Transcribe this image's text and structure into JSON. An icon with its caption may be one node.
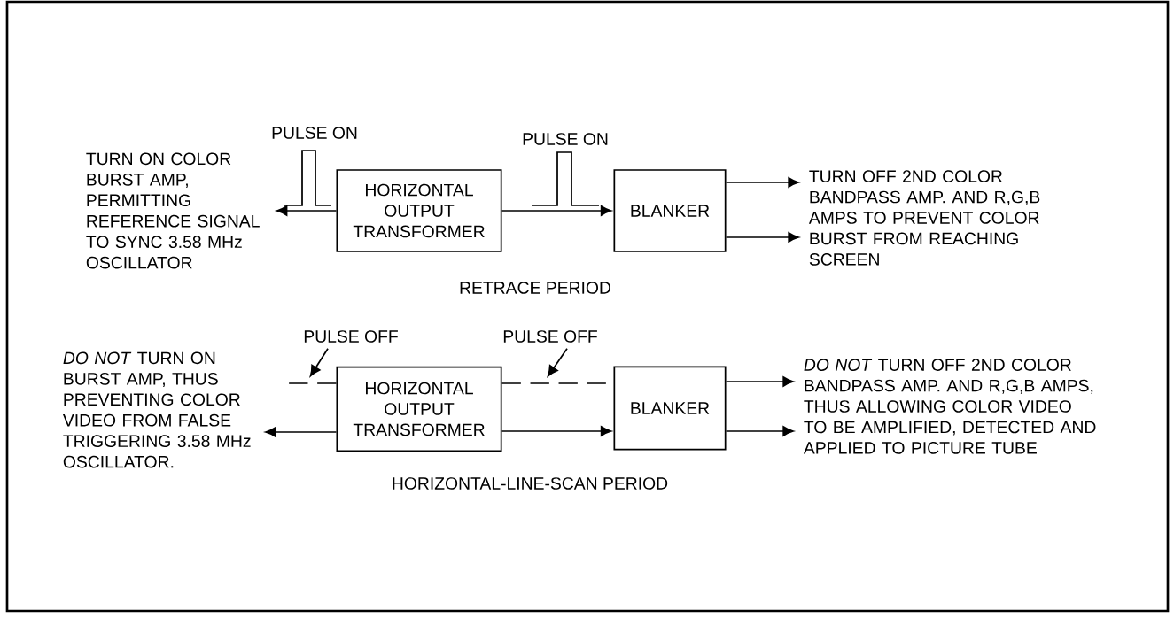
{
  "diagram": {
    "nodes": [
      {
        "text": [
          "TURN ON COLOR BURST AMP, PERMITTING REFERENCE SIGNAL TO SYNC 3.58 MHz OSCILLATOR"
        ]
      },
      {
        "text": [
          "HORIZONTAL OUTPUT TRANSFORMER"
        ]
      },
      {
        "text": [
          "BLANKER"
        ]
      },
      {
        "text": [
          "TURN OFF 2ND COLOR BANDPASS AMP. AND R,G,B AMPS TO PREVENT COLOR BURST FROM REACHING SCREEN"
        ]
      },
      {
        "text": [
          "*DO NOT* TURN ON BURST AMP, THUS PREVENTING COLOR VIDEO FROM FALSE TRIGGERING 3.58 MHz OSCILLATOR."
        ]
      },
      {
        "text": [
          "HORIZONTAL OUTPUT TRANSFORMER"
        ]
      },
      {
        "text": [
          "BLANKER"
        ]
      },
      {
        "text": [
          "*DO NOT* TURN OFF 2ND COLOR BANDPASS AMP. AND R,G,B AMPS, THUS ALLOWING COLOR VIDEO TO BE AMPLIFIED, DETECTED AND APPLIED TO PICTURE TUBE"
        ]
      },
      {
        "text": [
          "PULSE OFF"
        ]
      },
      {
        "text": [
          "PULSE OFF"
        ]
      }
    ],
    "edges": [
      {
        "from": 1,
        "to": 0,
        "arrow": "to"
      },
      {
        "from": 1,
        "to": 2,
        "arrow": "to"
      },
      {
        "from": 2,
        "to": 3,
        "arrow": "to"
      },
      {
        "from": 2,
        "to": 3,
        "arrow": "to"
      },
      {
        "from": 5,
        "to": null,
        "arrow": "none",
        "style": "dashed"
      },
      {
        "from": 5,
        "to": 4,
        "arrow": "to"
      },
      {
        "from": 5,
        "to": 6,
        "arrow": "none",
        "style": "dashed"
      },
      {
        "from": 5,
        "to": 6,
        "arrow": "to"
      },
      {
        "from": 6,
        "to": 7,
        "arrow": "to"
      },
      {
        "from": 6,
        "to": 7,
        "arrow": "to"
      },
      {
        "from": 8,
        "to": null,
        "arrow": "to"
      },
      {
        "from": 9,
        "to": null,
        "arrow": "to"
      }
    ],
    "labels": [
      "PULSE ON",
      "PULSE ON",
      "RETRACE PERIOD",
      "HORIZONTAL-LINE-SCAN PERIOD"
    ]
  }
}
